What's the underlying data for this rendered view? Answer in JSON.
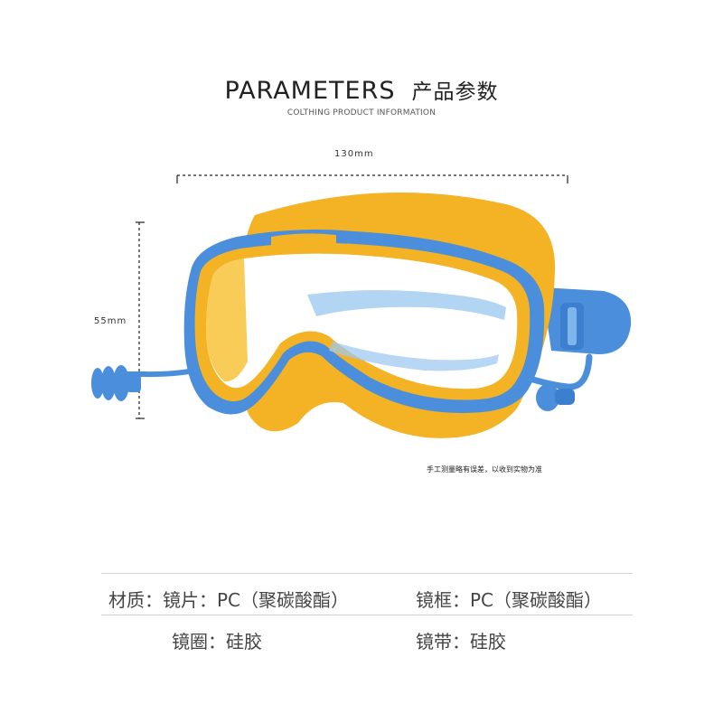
{
  "header": {
    "title_en": "PARAMETERS",
    "title_cn": "产品参数",
    "subtitle": "COLTHING PRODUCT INFORMATION"
  },
  "dimensions": {
    "width_label": "130mm",
    "height_label": "55mm"
  },
  "note": "手工测量略有误差，以收到实物为准",
  "specs": {
    "material": "材质：镜片：PC（聚碳酸酯）",
    "frame": "镜框：PC（聚碳酸酯）",
    "ring": "镜圈：硅胶",
    "strap": "镜带：硅胶"
  },
  "colors": {
    "yellow": "#f3b324",
    "blue": "#4b8fdc",
    "light_blue": "#9fcaf0"
  }
}
